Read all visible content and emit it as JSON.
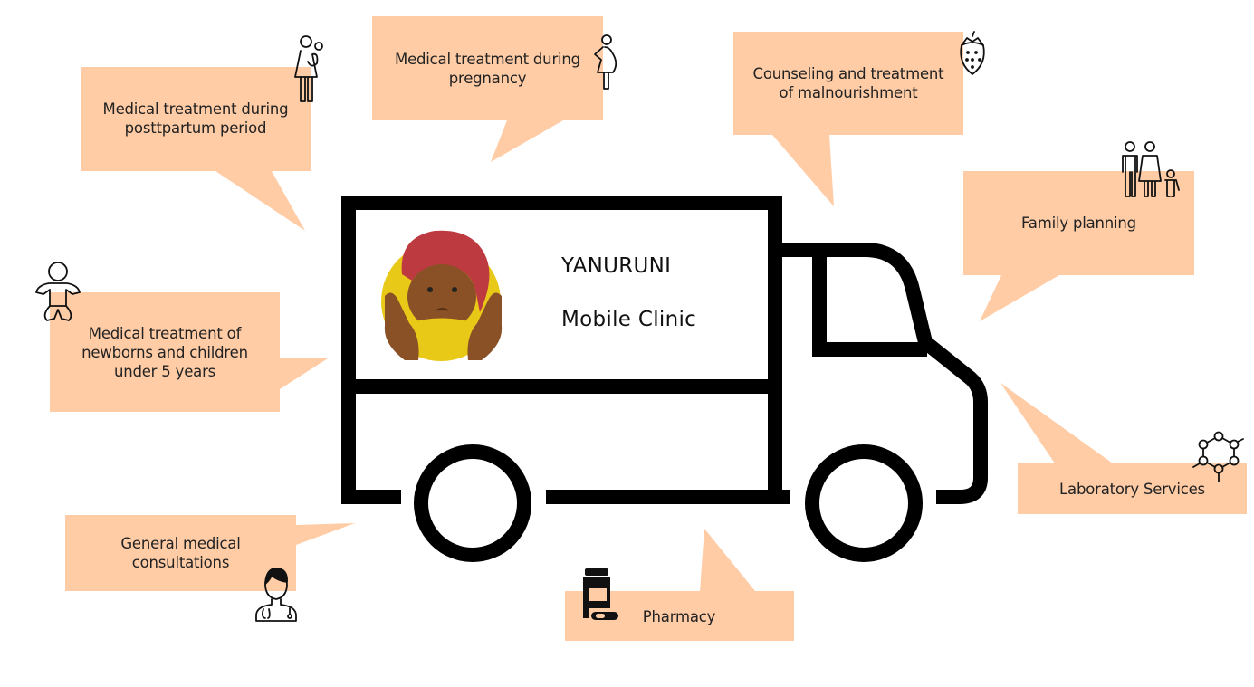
{
  "colors": {
    "callout": "#ffcca6",
    "truck": "#000000",
    "text": "#222222",
    "logo_yellow": "#e9c918",
    "logo_red": "#bd3a40",
    "logo_skin": "#8a5127"
  },
  "clinic": {
    "name": "YANURUNI",
    "subtitle": "Mobile Clinic",
    "logo_icon": "baby-in-hands-logo"
  },
  "services": [
    {
      "id": "postpartum",
      "lines": [
        "Medical treatment during",
        "posttpartum period"
      ],
      "icon": "mother-with-baby-icon"
    },
    {
      "id": "pregnancy",
      "lines": [
        "Medical treatment during",
        "pregnancy"
      ],
      "icon": "pregnant-woman-icon"
    },
    {
      "id": "malnourishment",
      "lines": [
        "Counseling and treatment",
        "of malnourishment"
      ],
      "icon": "strawberry-icon"
    },
    {
      "id": "family-planning",
      "lines": [
        "Family planning"
      ],
      "icon": "family-icon"
    },
    {
      "id": "newborns",
      "lines": [
        "Medical treatment of",
        "newborns and children",
        "under 5 years"
      ],
      "icon": "baby-icon"
    },
    {
      "id": "laboratory",
      "lines": [
        "Laboratory Services"
      ],
      "icon": "molecule-icon"
    },
    {
      "id": "general",
      "lines": [
        "General medical",
        "consultations"
      ],
      "icon": "doctor-icon"
    },
    {
      "id": "pharmacy",
      "lines": [
        "Pharmacy"
      ],
      "icon": "medicine-bottle-icon"
    }
  ]
}
